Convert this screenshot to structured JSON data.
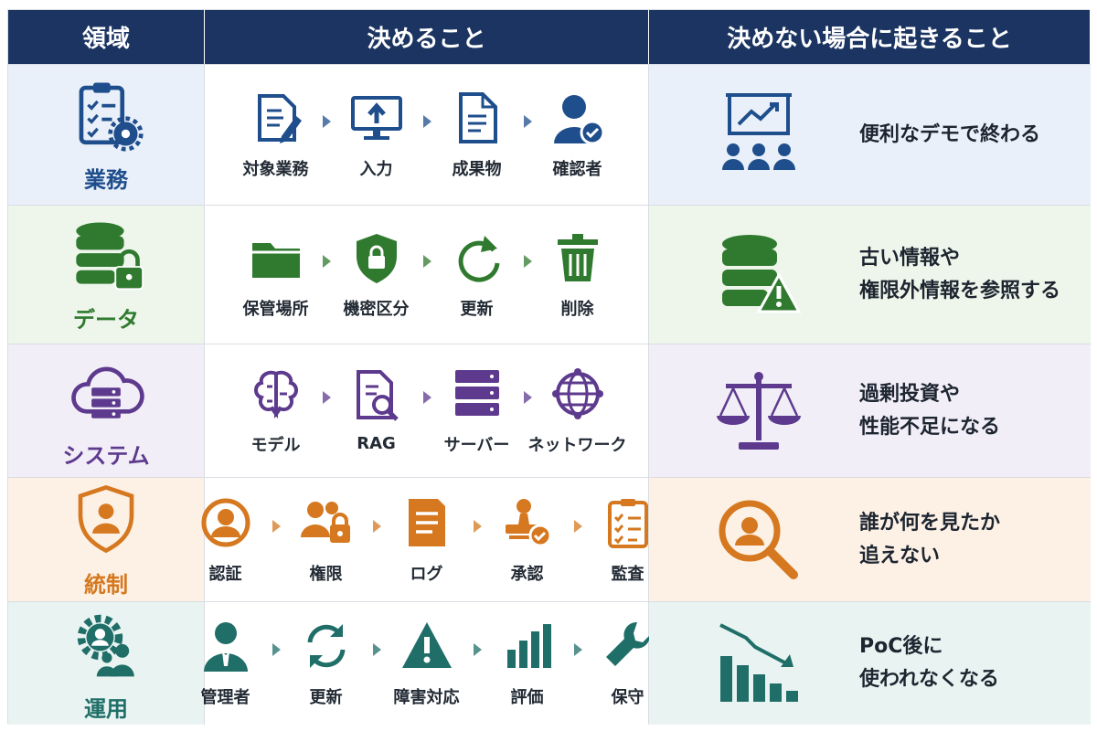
{
  "headers": {
    "domain": "領域",
    "decide": "決めること",
    "consequence": "決めない場合に起きること"
  },
  "rows": [
    {
      "domain": "業務",
      "color": "#1f4e8c",
      "bg": "#e9f0fa",
      "domain_icon": "clipboard-gear-icon",
      "steps": [
        {
          "label": "対象業務",
          "icon": "document-pen-icon"
        },
        {
          "label": "入力",
          "icon": "monitor-upload-icon"
        },
        {
          "label": "成果物",
          "icon": "document-icon"
        },
        {
          "label": "確認者",
          "icon": "user-check-icon"
        }
      ],
      "consequence_icon": "presentation-audience-icon",
      "consequence": [
        "便利なデモで終わる"
      ]
    },
    {
      "domain": "データ",
      "color": "#2f7a2e",
      "bg": "#eef6ec",
      "domain_icon": "database-lock-icon",
      "steps": [
        {
          "label": "保管場所",
          "icon": "folder-icon"
        },
        {
          "label": "機密区分",
          "icon": "shield-lock-icon"
        },
        {
          "label": "更新",
          "icon": "refresh-icon"
        },
        {
          "label": "削除",
          "icon": "trash-icon"
        }
      ],
      "consequence_icon": "database-warning-icon",
      "consequence": [
        "古い情報や",
        "権限外情報を参照する"
      ]
    },
    {
      "domain": "システム",
      "color": "#5d3a8e",
      "bg": "#f2eef8",
      "domain_icon": "cloud-server-icon",
      "steps": [
        {
          "label": "モデル",
          "icon": "brain-icon"
        },
        {
          "label": "RAG",
          "icon": "document-search-icon"
        },
        {
          "label": "サーバー",
          "icon": "server-icon"
        },
        {
          "label": "ネットワーク",
          "icon": "network-globe-icon"
        }
      ],
      "consequence_icon": "balance-scale-icon",
      "consequence": [
        "過剰投資や",
        "性能不足になる"
      ]
    },
    {
      "domain": "統制",
      "color": "#d5781f",
      "bg": "#fdf1e6",
      "domain_icon": "shield-user-icon",
      "steps": [
        {
          "label": "認証",
          "icon": "user-circle-icon"
        },
        {
          "label": "権限",
          "icon": "users-lock-icon"
        },
        {
          "label": "ログ",
          "icon": "log-document-icon"
        },
        {
          "label": "承認",
          "icon": "stamp-check-icon"
        },
        {
          "label": "監査",
          "icon": "audit-clipboard-icon"
        }
      ],
      "consequence_icon": "magnifier-user-icon",
      "consequence": [
        "誰が何を見たか",
        "追えない"
      ]
    },
    {
      "domain": "運用",
      "color": "#1f6e68",
      "bg": "#e9f4f2",
      "domain_icon": "gear-users-icon",
      "steps": [
        {
          "label": "管理者",
          "icon": "admin-person-icon"
        },
        {
          "label": "更新",
          "icon": "sync-icon"
        },
        {
          "label": "障害対応",
          "icon": "warning-triangle-icon"
        },
        {
          "label": "評価",
          "icon": "bar-chart-icon"
        },
        {
          "label": "保守",
          "icon": "wrench-icon"
        }
      ],
      "consequence_icon": "declining-chart-icon",
      "consequence": [
        "PoC後に",
        "使われなくなる"
      ]
    }
  ]
}
